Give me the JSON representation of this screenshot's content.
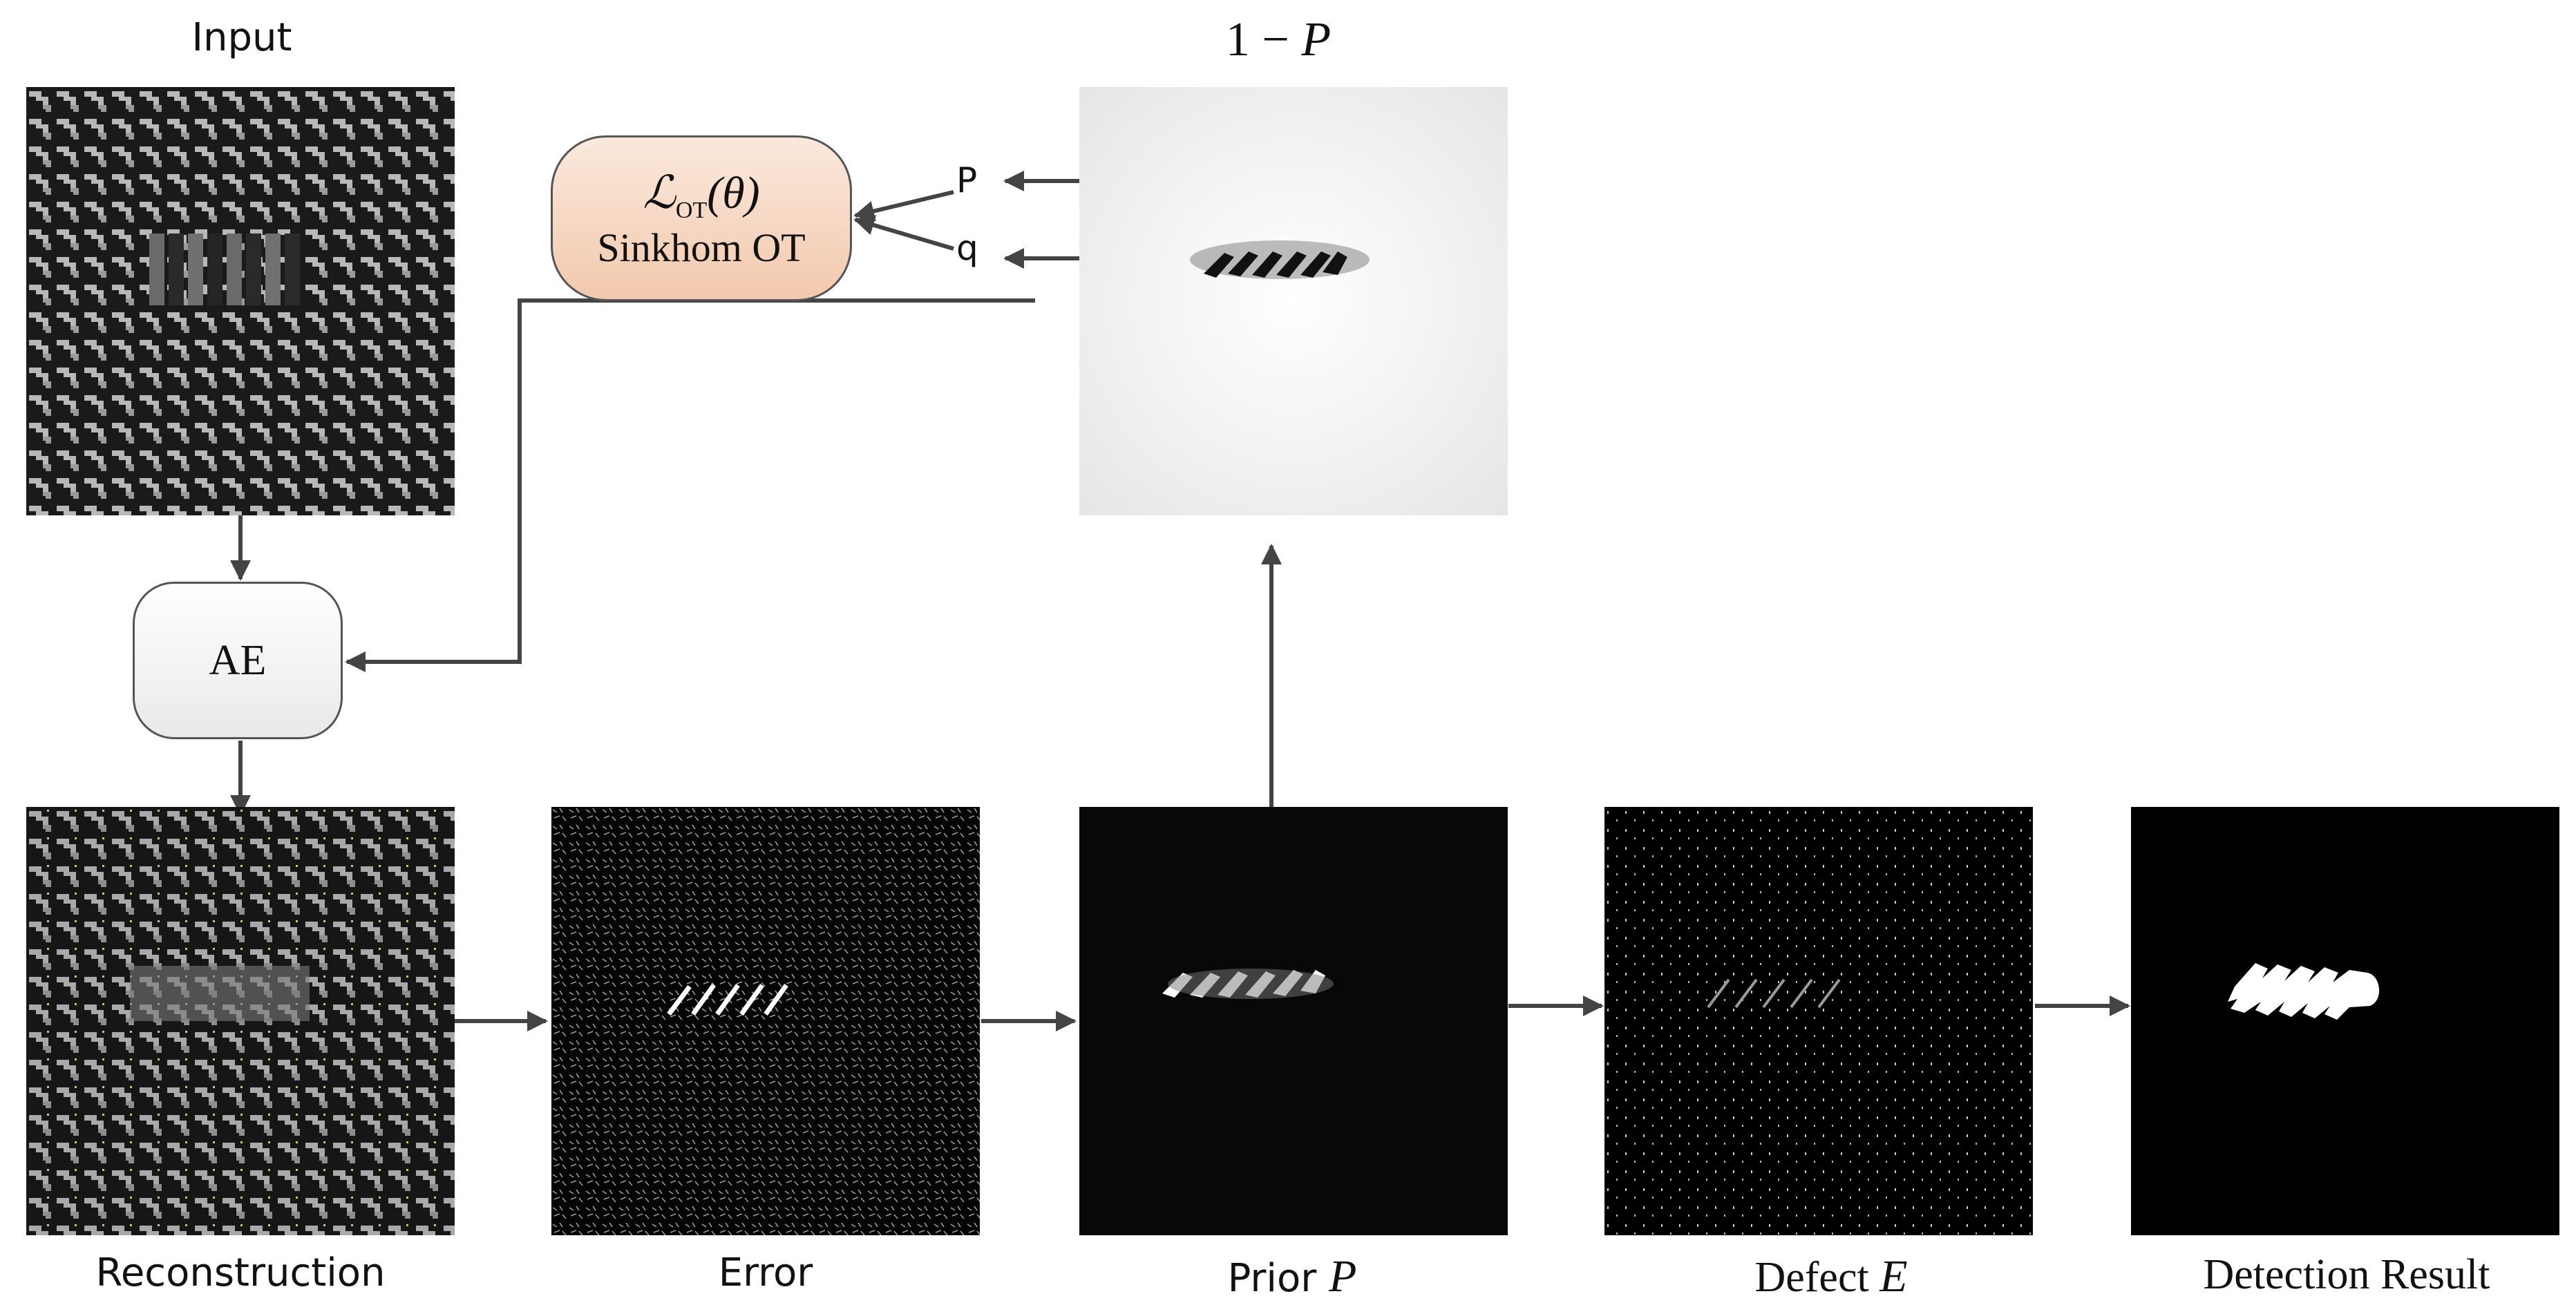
{
  "labels": {
    "input": "Input",
    "reconstruction": "Reconstruction",
    "error": "Error",
    "prior": "Prior",
    "prior_symbol": "P",
    "defect": "Defect",
    "defect_symbol": "E",
    "detection": "Detection Result",
    "one_minus_p_prefix": "1 − ",
    "one_minus_p_symbol": "P"
  },
  "ae_box": {
    "label": "AE"
  },
  "ot_box": {
    "loss_script": "ℒ",
    "loss_sub": "OT",
    "loss_arg": "(θ)",
    "name": "Sinkhom OT"
  },
  "distributions": {
    "p": "P",
    "q": "q"
  },
  "colors": {
    "arrow": "#444444",
    "ot_fill_top": "#fbe9dd",
    "ot_fill_bottom": "#f2c9ad",
    "ae_fill": "#f4f4f4",
    "panel_dark": "#000000",
    "panel_light": "#f2f2f2"
  },
  "icons": {
    "input": "woven-fabric-defect-image",
    "reconstruction": "reconstructed-fabric-image",
    "error": "error-map-image",
    "prior": "prior-map-image",
    "one_minus_p": "inverted-prior-map-image",
    "defect": "defect-map-image",
    "detection": "binary-detection-mask-image"
  }
}
